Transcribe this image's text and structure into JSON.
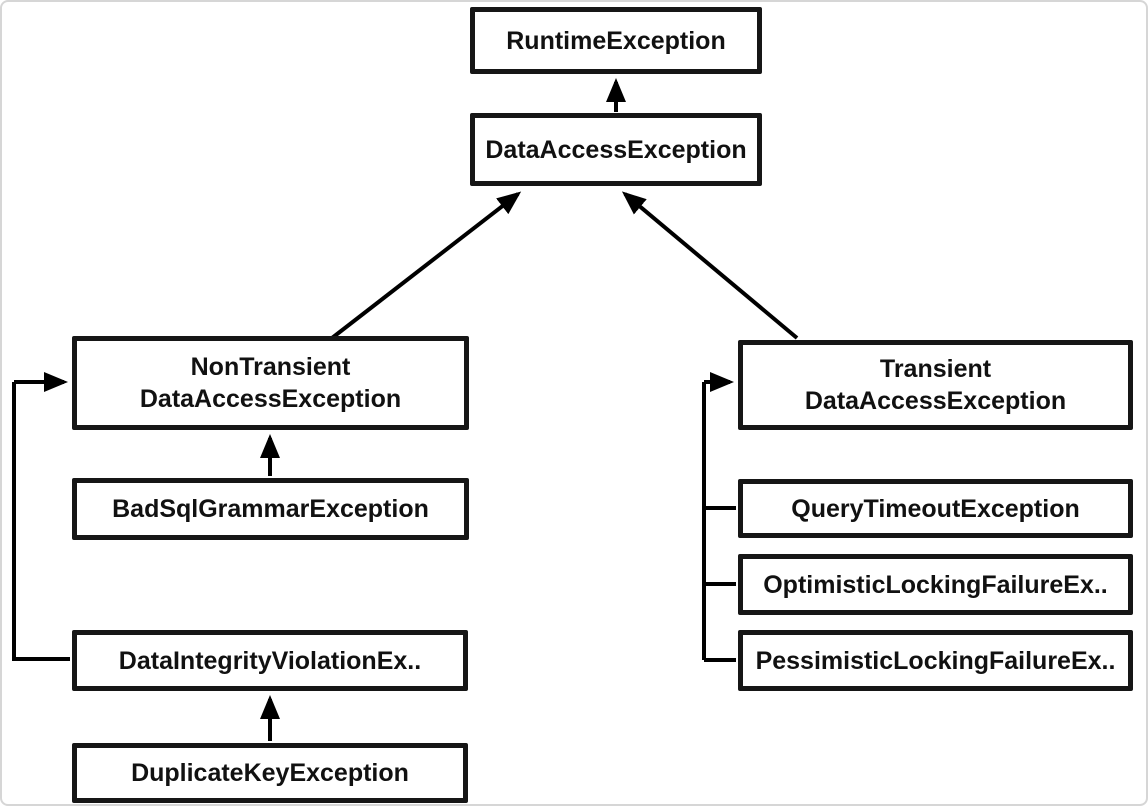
{
  "diagram": {
    "type": "class-hierarchy",
    "colors": {
      "box_border": "#161616",
      "text": "#111111",
      "background": "#ffffff",
      "connector": "#000000",
      "page_border": "#d6d6d6"
    },
    "nodes": {
      "runtime_exception": {
        "label": "RuntimeException"
      },
      "data_access_exception": {
        "label": "DataAccessException"
      },
      "non_transient_data_access_exception": {
        "line1": "NonTransient",
        "line2": "DataAccessException"
      },
      "bad_sql_grammar_exception": {
        "label": "BadSqlGrammarException"
      },
      "data_integrity_violation_exception": {
        "label": "DataIntegrityViolationEx.."
      },
      "duplicate_key_exception": {
        "label": "DuplicateKeyException"
      },
      "transient_data_access_exception": {
        "line1": "Transient",
        "line2": "DataAccessException"
      },
      "query_timeout_exception": {
        "label": "QueryTimeoutException"
      },
      "optimistic_locking_failure_exception": {
        "label": "OptimisticLockingFailureEx.."
      },
      "pessimistic_locking_failure_exception": {
        "label": "PessimisticLockingFailureEx.."
      }
    },
    "edges": [
      {
        "from": "DataAccessException",
        "to": "RuntimeException",
        "style": "arrow"
      },
      {
        "from": "NonTransient DataAccessException",
        "to": "DataAccessException",
        "style": "arrow"
      },
      {
        "from": "Transient DataAccessException",
        "to": "DataAccessException",
        "style": "arrow"
      },
      {
        "from": "BadSqlGrammarException",
        "to": "NonTransient DataAccessException",
        "style": "arrow"
      },
      {
        "from": "DataIntegrityViolationEx..",
        "to": "NonTransient DataAccessException",
        "style": "bracket-arrow"
      },
      {
        "from": "DuplicateKeyException",
        "to": "DataIntegrityViolationEx..",
        "style": "arrow"
      },
      {
        "from": "QueryTimeoutException",
        "to": "Transient DataAccessException",
        "style": "bracket-arrow"
      },
      {
        "from": "OptimisticLockingFailureEx..",
        "to": "Transient DataAccessException",
        "style": "bracket-arrow"
      },
      {
        "from": "PessimisticLockingFailureEx..",
        "to": "Transient DataAccessException",
        "style": "bracket-arrow"
      }
    ]
  }
}
